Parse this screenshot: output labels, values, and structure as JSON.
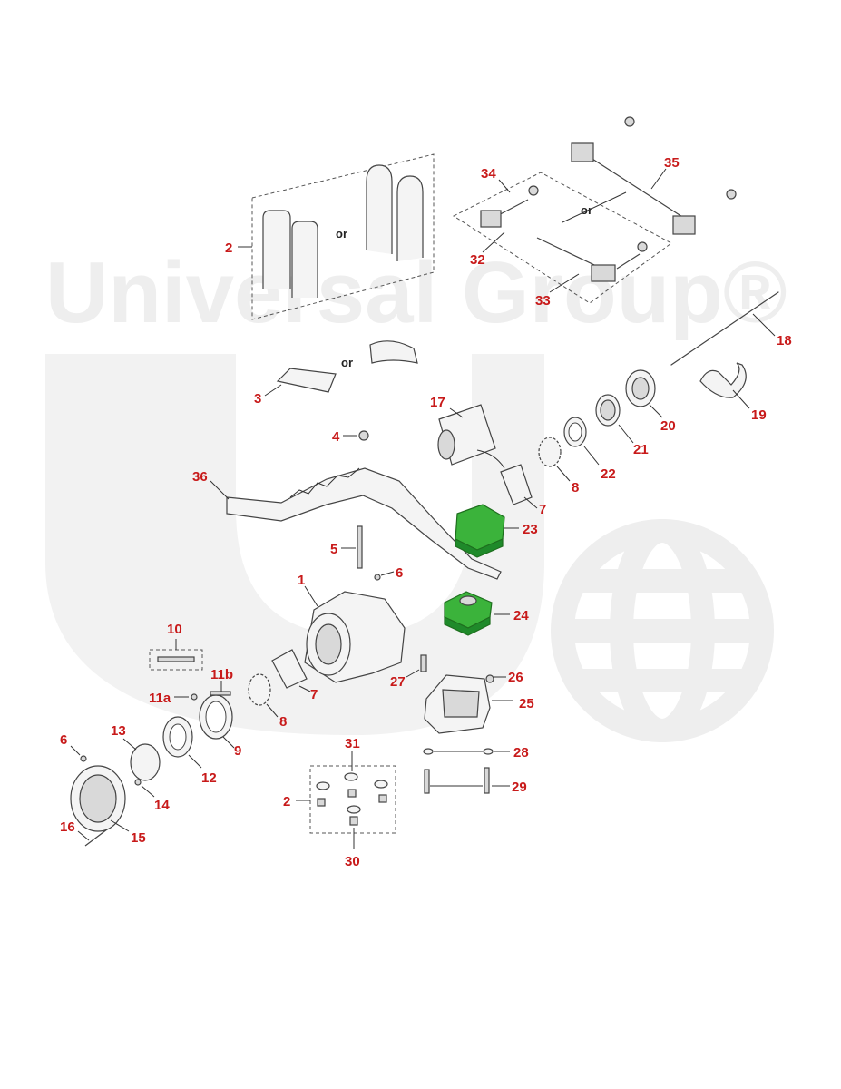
{
  "watermark": {
    "text": "Universal Group®"
  },
  "or_labels": [
    "or",
    "or",
    "or"
  ],
  "callouts": {
    "c2a": "2",
    "c3": "3",
    "c4": "4",
    "c5": "5",
    "c6a": "6",
    "c6b": "6",
    "c1": "1",
    "c7a": "7",
    "c7b": "7",
    "c8a": "8",
    "c8b": "8",
    "c9": "9",
    "c10": "10",
    "c11a": "11a",
    "c11b": "11b",
    "c12": "12",
    "c13": "13",
    "c14": "14",
    "c15": "15",
    "c16": "16",
    "c17": "17",
    "c18": "18",
    "c19": "19",
    "c20": "20",
    "c21": "21",
    "c22": "22",
    "c23": "23",
    "c24": "24",
    "c25": "25",
    "c26": "26",
    "c27": "27",
    "c28": "28",
    "c29": "29",
    "c2b": "2",
    "c30": "30",
    "c31": "31",
    "c32": "32",
    "c33": "33",
    "c34": "34",
    "c35": "35",
    "c36": "36"
  },
  "colors": {
    "callout": "#c81a1a",
    "green": "#3bb33b",
    "watermark": "#eeeeee"
  }
}
